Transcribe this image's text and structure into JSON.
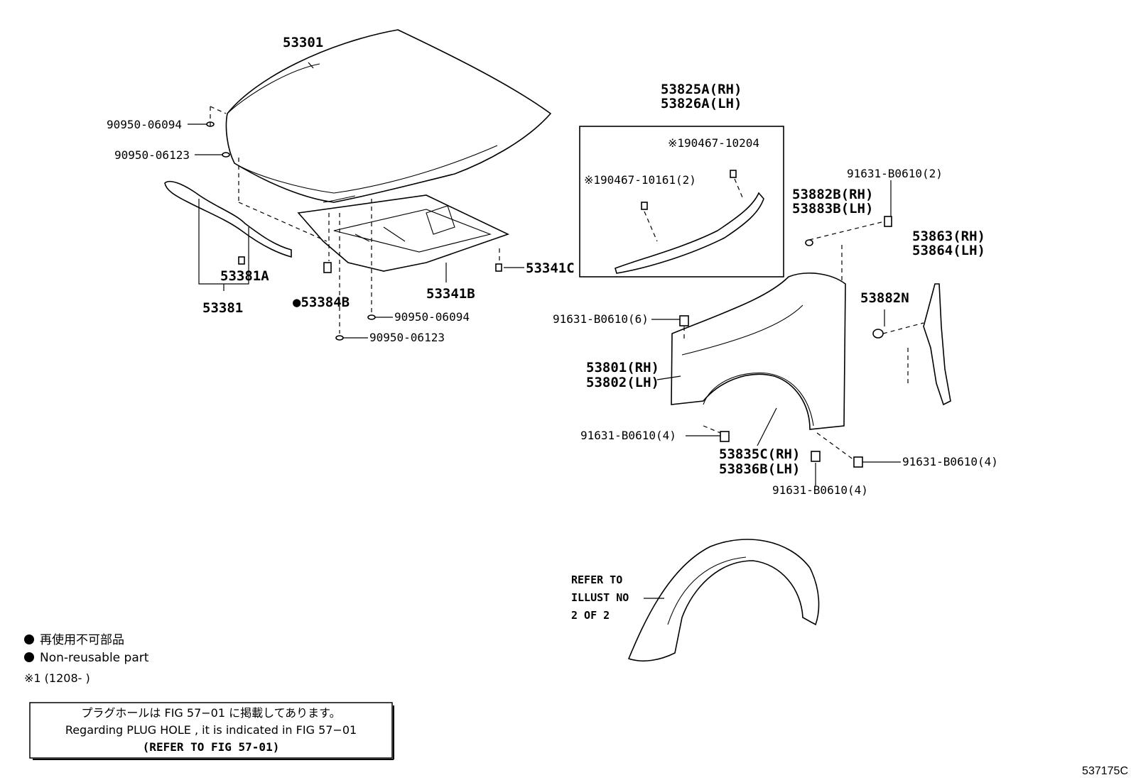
{
  "labels": {
    "hood": "53301",
    "hood_plug_upper": "90950-06094",
    "hood_plug_lower": "90950-06123",
    "hood_seal_clip": "53381A",
    "hood_seal": "53381",
    "bumper_stop": "53384B",
    "insulator": "53341B",
    "insulator_clip": "53341C",
    "insulator_plug_upper": "90950-06094",
    "insulator_plug_lower": "90950-06123",
    "seal_rh": "53825A(RH)",
    "seal_lh": "53826A(LH)",
    "seal_clip_a": "※190467-10204",
    "seal_clip_b": "※190467-10161(2)",
    "bolt_top": "91631-B0610(2)",
    "protector_rh": "53882B(RH)",
    "protector_lh": "53883B(LH)",
    "bracket_rh": "53863(RH)",
    "bracket_lh": "53864(LH)",
    "grommet": "53882N",
    "bolt_fender_top": "91631-B0610(6)",
    "fender_rh": "53801(RH)",
    "fender_lh": "53802(LH)",
    "bolt_fender_front": "91631-B0610(4)",
    "liner_bracket_rh": "53835C(RH)",
    "liner_bracket_lh": "53836B(LH)",
    "bolt_rear_right": "91631-B0610(4)",
    "bolt_rear_bottom": "91631-B0610(4)"
  },
  "refer": {
    "line1": "REFER TO",
    "line2": "ILLUST NO",
    "line3": "2 OF 2"
  },
  "legend": {
    "jp": "再使用不可部品",
    "en": "Non-reusable part",
    "note1": "※1 (1208-      )"
  },
  "note_box": {
    "jp": "プラグホールは FIG 57−01 に掲載してあります。",
    "en": "Regarding  PLUG  HOLE , it is indicated in  FIG  57−01",
    "ref": "(REFER TO FIG 57-01)"
  },
  "figure_id": "537175C"
}
